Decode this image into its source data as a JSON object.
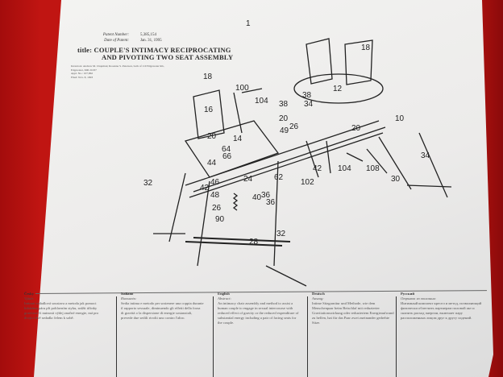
{
  "patent": {
    "number_label": "Patent Number:",
    "number": "5,385,154",
    "date_label": "Date of Patent:",
    "date": "Jan. 31, 1995",
    "title_prefix": "title:",
    "title_line1": "COUPLE'S INTIMACY RECIPROCATING",
    "title_line2": "AND PIVOTING TWO SEAT ASSEMBLY",
    "inventors_label": "Inventors:",
    "inventors": "Andrew M. Chapman; Rosanne S. Peterson, both of 110 Edgewater Rd., Edgewater, MD 21037",
    "appl_label": "Appl. No.:",
    "appl": "107,862",
    "filed_label": "Filed:",
    "filed": "Nov. 8, 1993"
  },
  "drawing_labels": [
    "18",
    "18",
    "12",
    "100",
    "104",
    "16",
    "34",
    "38",
    "10",
    "20",
    "20",
    "49",
    "26",
    "14",
    "64",
    "66",
    "44",
    "42",
    "104",
    "108",
    "34",
    "30",
    "40",
    "36",
    "24",
    "62",
    "42",
    "102",
    "32",
    "46",
    "48",
    "36",
    "26",
    "90",
    "28",
    "32",
    "20",
    "38",
    "1"
  ],
  "abstracts": [
    {
      "lang": "Česky",
      "heading": "Výtah:",
      "text": "Intimní sedadlová soustava a metoda jak pomoci lidskému páru při pohlavním styku, snížit účinky gravitace či nutnosti výdej značné energie, má pro dvojici dvě sedadla čelem k sobě."
    },
    {
      "lang": "Italiano",
      "heading": "Riassunto:",
      "text": "Sedia intima e metodo per sostenere una coppia durante il rapporto sessuale, diminuendo gli effetti della forza di gravità o la dispersione di energie sostanziali, prevede due sedili rivolti uno contro l'altro."
    },
    {
      "lang": "English",
      "heading": "Abstract:",
      "text": "An intimacy chair assembly and method to assist a human couple to engage in sexual intercourse with reduced effect of gravity or the reduced expenditure of substantial energy including a pair of facing seats for the couple."
    },
    {
      "lang": "Deutsch",
      "heading": "Auszug:",
      "text": "Intime Sitzgarnitur und Methode, wie dem Menschenpaar beim Beischlaf mit reduzierter Gravitationswirkung oder reduziertem Energieaufwand zu helfen, hat für das Paar zwei zueinander gedrehte Sitze."
    },
    {
      "lang": "Русский",
      "heading": "Отрывок из описания:",
      "text": "Интимный комплект кресел и метод, позволяющий физически облегчить партнерам половой акт и снизить расход энергии, включает пару расположенных лицом друг к другу сидений."
    }
  ],
  "colors": {
    "wall": "#c01512",
    "poster": "#efefed"
  }
}
